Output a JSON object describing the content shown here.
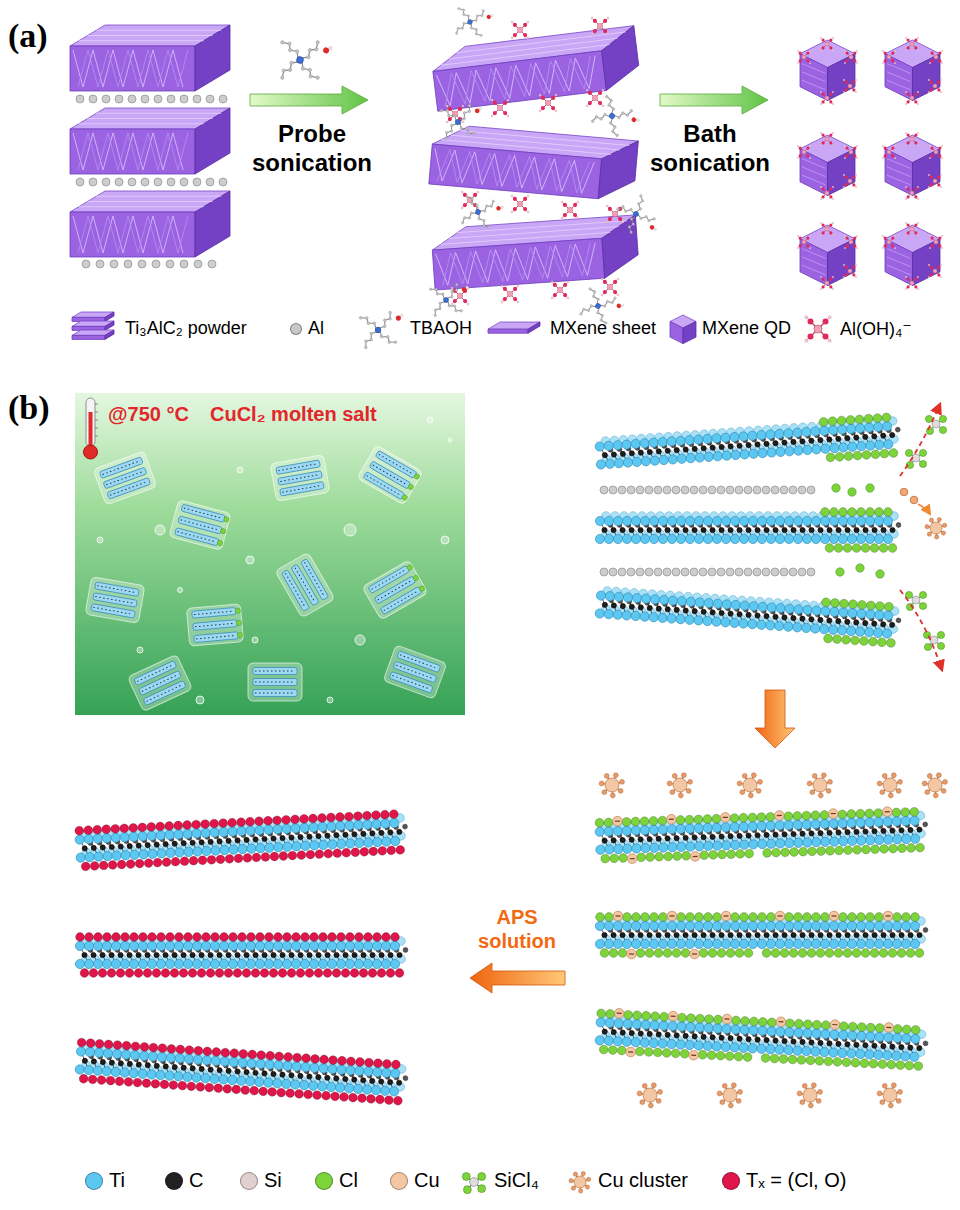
{
  "diagram": {
    "nodes": [
      {
        "text": [
          "@750 °C",
          "CuCl₂ molten salt"
        ]
      }
    ],
    "labels": [
      "(a)",
      "Probe sonication",
      "Bath sonication",
      "(b)",
      "APS solution"
    ],
    "legend": [
      {
        "text": "Ti₃AlC₂ powder"
      },
      {
        "text": "Al",
        "color": "#c8c8c8"
      },
      {
        "text": "TBAOH"
      },
      {
        "text": "MXene sheet"
      },
      {
        "text": "MXene QD"
      },
      {
        "text": "Al(OH)₄⁻"
      },
      {
        "text": "Ti",
        "color": "#5cc8f2"
      },
      {
        "text": "C",
        "color": "#222222"
      },
      {
        "text": "Si",
        "color": "#e2cfcf"
      },
      {
        "text": "Cl",
        "color": "#7cd33a"
      },
      {
        "text": "Cu",
        "color": "#f4c7a4"
      },
      {
        "text": "SiCl₄"
      },
      {
        "text": "Cu cluster"
      },
      {
        "text": "Tₓ = (Cl, O)",
        "color": "#e0164a"
      }
    ]
  }
}
